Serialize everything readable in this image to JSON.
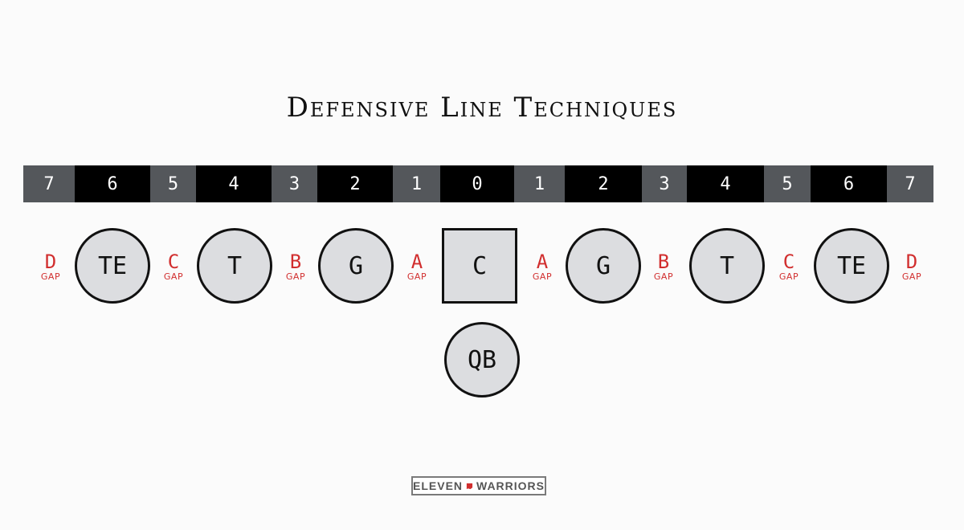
{
  "title": "Defensive Line Techniques",
  "techniques": [
    "7",
    "6",
    "5",
    "4",
    "3",
    "2",
    "1",
    "0",
    "1",
    "2",
    "3",
    "4",
    "5",
    "6",
    "7"
  ],
  "gap_word": "GAP",
  "gaps": [
    "D",
    "C",
    "B",
    "A",
    "A",
    "B",
    "C",
    "D"
  ],
  "players": [
    "TE",
    "T",
    "G",
    "C",
    "G",
    "T",
    "TE"
  ],
  "quarterback": "QB",
  "logo": {
    "left": "ELEVEN",
    "right": "WARRIORS"
  },
  "colors": {
    "gap_text": "#d12e2e",
    "technique_odd": "#54575b",
    "technique_even": "#000000",
    "player_fill": "#dcdde0"
  }
}
